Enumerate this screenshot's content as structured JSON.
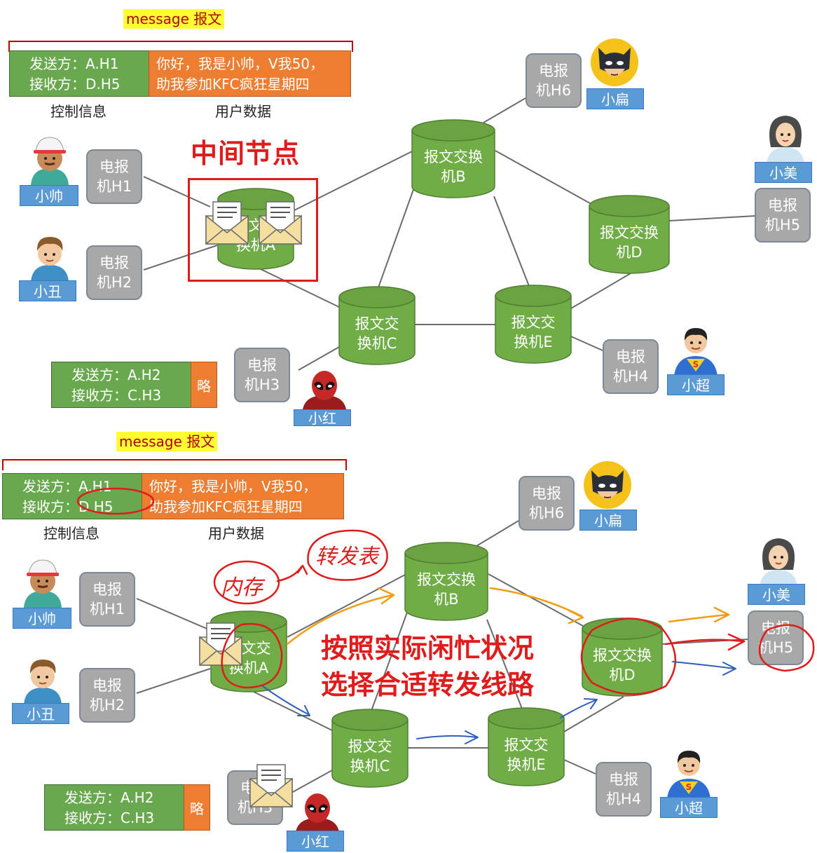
{
  "top": {
    "message_label": "message 报文",
    "control": {
      "line1": "发送方：A.H1",
      "line2": "接收方：D.H5"
    },
    "user_data": {
      "line1": "你好，我是小帅，V我50，",
      "line2": "助我参加KFC疯狂星期四"
    },
    "control_caption": "控制信息",
    "user_caption": "用户数据",
    "title": "中间节点",
    "second_message": {
      "line1": "发送方：A.H2",
      "line2": "接收方：C.H3",
      "omitted": "略"
    }
  },
  "bottom": {
    "message_label": "message 报文",
    "control": {
      "line1": "发送方：A.H1",
      "line2": "接收方：D.H5"
    },
    "user_data": {
      "line1": "你好，我是小帅，V我50，",
      "line2": "助我参加KFC疯狂星期四"
    },
    "control_caption": "控制信息",
    "user_caption": "用户数据",
    "annotation_line1": "按照实际闲忙状况",
    "annotation_line2": "选择合适转发线路",
    "hand_memory": "内存",
    "hand_forward": "转发表",
    "second_message": {
      "line1": "发送方：A.H2",
      "line2": "接收方：C.H3",
      "omitted": "略"
    }
  },
  "switches": {
    "A": {
      "line1": "报文交",
      "line2": "换机A"
    },
    "B": {
      "line1": "报文交换",
      "line2": "机B"
    },
    "C": {
      "line1": "报文交",
      "line2": "换机C"
    },
    "D": {
      "line1": "报文交换",
      "line2": "机D"
    },
    "E": {
      "line1": "报文交",
      "line2": "换机E"
    }
  },
  "telegraphs": {
    "H1": {
      "line1": "电报",
      "line2": "机H1"
    },
    "H2": {
      "line1": "电报",
      "line2": "机H2"
    },
    "H3": {
      "line1": "电报",
      "line2": "机H3"
    },
    "H4": {
      "line1": "电报",
      "line2": "机H4"
    },
    "H5": {
      "line1": "电报",
      "line2": "机H5"
    },
    "H6": {
      "line1": "电报",
      "line2": "机H6"
    }
  },
  "people": {
    "p1": "小帅",
    "p2": "小丑",
    "p3": "小红",
    "p4": "小超",
    "p5": "小美",
    "p6": "小扁"
  },
  "colors": {
    "switch_green": "#70ad47",
    "control_green": "#6aa84f",
    "user_orange": "#ed7d31",
    "telegraph_gray": "#a8a8a8",
    "label_blue": "#5b9bd5",
    "annotation_red": "#e01b1b",
    "arrow_orange": "#f39c12",
    "arrow_blue": "#2e5fb8"
  }
}
